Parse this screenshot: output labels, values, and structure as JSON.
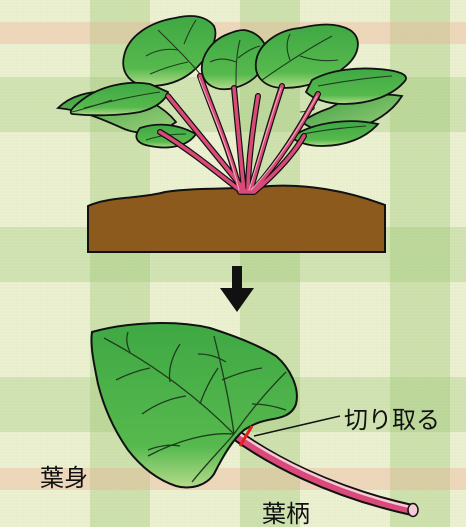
{
  "labels": {
    "cut_off": "切り取る",
    "leaf_blade": "葉身",
    "petiole": "葉柄"
  },
  "colors": {
    "leaf_fill": "#48b248",
    "leaf_light": "#a9d98a",
    "vein": "#1f3d1f",
    "stem": "#d94a78",
    "stem_light": "#f6c9d8",
    "soil": "#8c5a1c",
    "arrow": "#111111",
    "cut_mark": "#e0201a"
  },
  "icons": {
    "transition_arrow": "arrow-down-icon"
  }
}
